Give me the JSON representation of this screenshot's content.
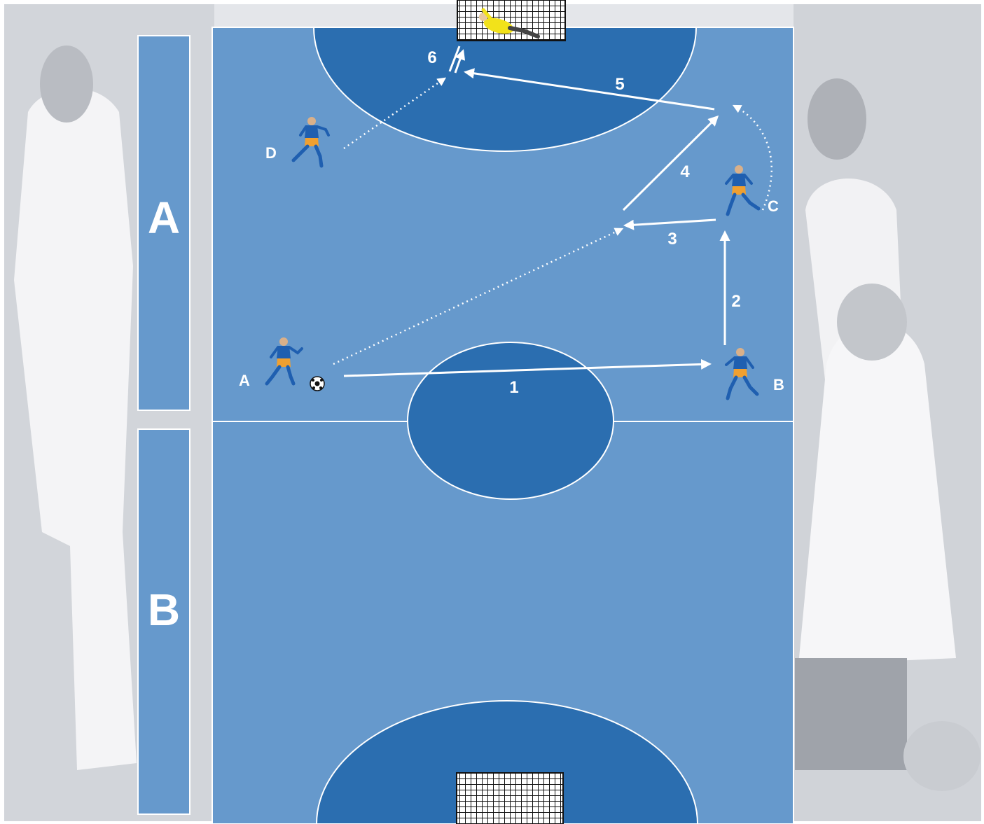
{
  "colors": {
    "pitch": "#6699cc",
    "area": "#2b6eb0",
    "lines": "#ffffff",
    "zone": "#6699cc",
    "backdrop": "#d6d9de"
  },
  "zones": [
    {
      "id": "zone-a",
      "label": "A"
    },
    {
      "id": "zone-b",
      "label": "B"
    }
  ],
  "players": [
    {
      "id": "A",
      "label": "A",
      "has_ball": true
    },
    {
      "id": "B",
      "label": "B",
      "has_ball": false
    },
    {
      "id": "C",
      "label": "C",
      "has_ball": false
    },
    {
      "id": "D",
      "label": "D",
      "has_ball": false
    }
  ],
  "steps": [
    {
      "id": "1",
      "label": "1",
      "kind": "pass",
      "from": "A",
      "to": "B"
    },
    {
      "id": "2",
      "label": "2",
      "kind": "pass",
      "from": "B",
      "to": "C"
    },
    {
      "id": "3",
      "label": "3",
      "kind": "pass",
      "from": "C",
      "to": "A"
    },
    {
      "id": "4",
      "label": "4",
      "kind": "pass",
      "from": "A",
      "to": "C"
    },
    {
      "id": "5",
      "label": "5",
      "kind": "pass",
      "from": "C",
      "to": "D"
    },
    {
      "id": "6",
      "label": "6",
      "kind": "shot",
      "from": "D",
      "to": "goal"
    }
  ],
  "runs": [
    {
      "player": "A",
      "style": "dotted"
    },
    {
      "player": "C",
      "style": "dotted"
    },
    {
      "player": "D",
      "style": "dotted"
    }
  ],
  "icons": [
    "goal-net-icon",
    "goalkeeper-icon",
    "player-icon",
    "ball-icon",
    "arrow-icon"
  ]
}
